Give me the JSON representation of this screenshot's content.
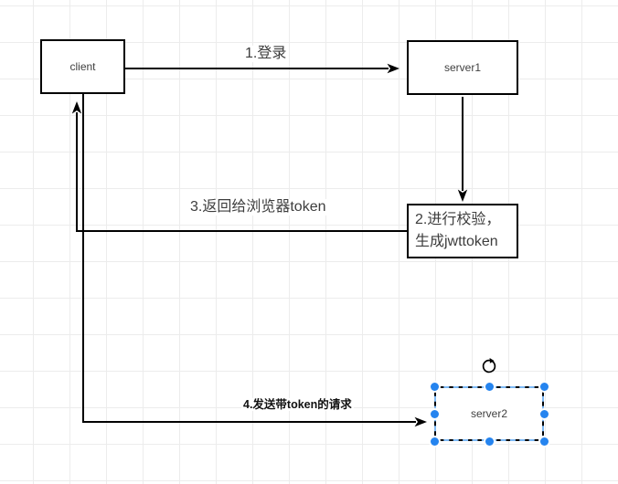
{
  "nodes": {
    "client": {
      "label": "client"
    },
    "server1": {
      "label": "server1"
    },
    "validate": {
      "line1": "2.进行校验，",
      "line2": "生成jwttoken"
    },
    "server2": {
      "label": "server2"
    }
  },
  "edges": {
    "login": {
      "label": "1.登录"
    },
    "verify": {
      "label": ""
    },
    "return_token": {
      "label": "3.返回给浏览器token"
    },
    "send_token": {
      "label": "4.发送带token的请求"
    }
  },
  "selection": {
    "rotate_icon": "rotate-clockwise-icon",
    "handle_color": "#2584ef",
    "dash_color": "#7db9f5"
  },
  "colors": {
    "stroke": "#000000",
    "grid_line": "#ececec",
    "background": "#ffffff",
    "node_text": "#404040",
    "label_text": "#3d3d3d"
  }
}
